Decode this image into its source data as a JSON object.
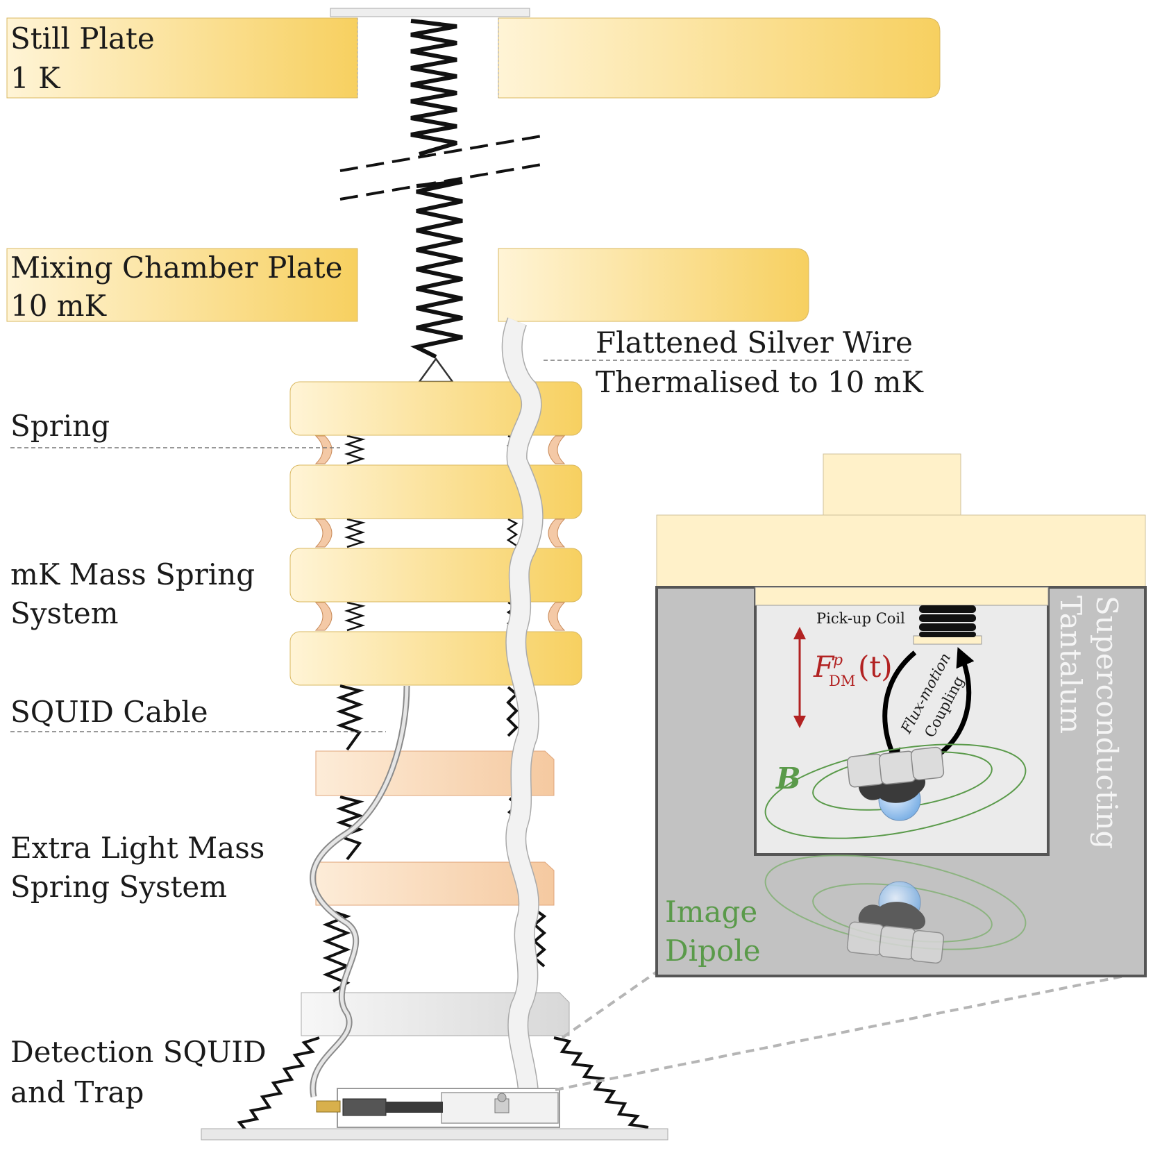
{
  "labels": {
    "still_plate_line1": "Still Plate",
    "still_plate_line2": "1 K",
    "mixing_chamber_line1": "Mixing Chamber Plate",
    "mixing_chamber_line2": "10 mK",
    "silver_wire_line1": "Flattened Silver Wire",
    "silver_wire_line2": "Thermalised to 10 mK",
    "spring": "Spring",
    "mk_mass_line1": "mK Mass Spring",
    "mk_mass_line2": "System",
    "squid_cable": "SQUID Cable",
    "extra_light_line1": "Extra Light Mass",
    "extra_light_line2": "Spring System",
    "detection_line1": "Detection SQUID",
    "detection_line2": "and Trap"
  },
  "inset": {
    "pickup_coil": "Pick-up Coil",
    "force_main": "F",
    "force_sup": "p",
    "force_sub": "DM",
    "force_arg": "(t)",
    "coupling_line1": "Flux-motion",
    "coupling_line2": "Coupling",
    "field": "B",
    "tantalum_line1": "Superconducting",
    "tantalum_line2": "Tantalum",
    "image_line1": "Image",
    "image_line2": "Dipole"
  },
  "colors": {
    "gold_light": "#fff4d6",
    "gold_dark": "#f7d060",
    "copper_light": "#fdecd8",
    "copper_dark": "#f5c9a0",
    "force_red": "#b22222",
    "field_green": "#5a9a4a",
    "tantalum_gray": "#c2c2c2"
  }
}
